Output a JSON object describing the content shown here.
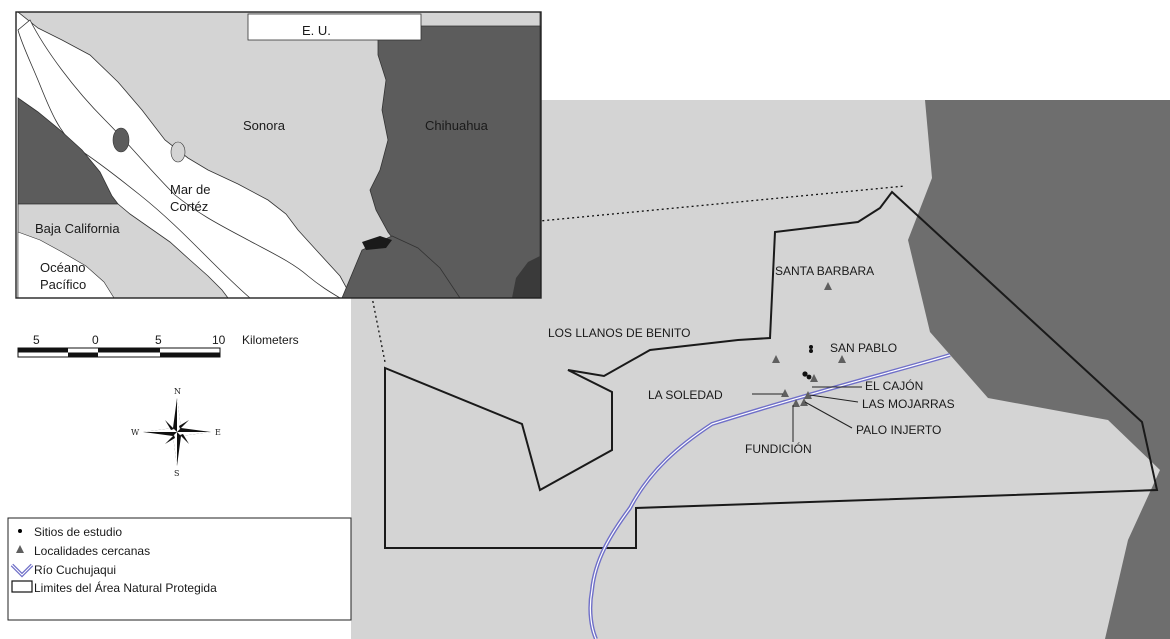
{
  "inset": {
    "country_label": "E. U.",
    "states": [
      "Sonora",
      "Chihuahua",
      "Baja California"
    ],
    "sea_label": [
      "Mar de",
      "Cortéz"
    ],
    "ocean_label": [
      "Océano",
      "Pacífico"
    ]
  },
  "main_map": {
    "localities": [
      "SANTA BARBARA",
      "LOS LLANOS DE BENITO",
      "SAN PABLO",
      "EL CAJÓN",
      "LA SOLEDAD",
      "LAS MOJARRAS",
      "PALO INJERTO",
      "FUNDICIÓN"
    ]
  },
  "scale_bar": {
    "ticks": [
      "5",
      "0",
      "5",
      "10"
    ],
    "unit": "Kilometers"
  },
  "compass": {
    "n": "N",
    "s": "S",
    "e": "E",
    "w": "W"
  },
  "legend": {
    "items": [
      "Sitios de estudio",
      "Localidades cercanas",
      "Río Cuchujaqui",
      "Limites del Área Natural Protegida"
    ]
  },
  "colors": {
    "land_light": "#d4d4d4",
    "land_dark": "#6e6e6e",
    "inset_dark": "#5c5c5c",
    "river": "#6f6fc8",
    "boundary": "#1a1a1a"
  }
}
